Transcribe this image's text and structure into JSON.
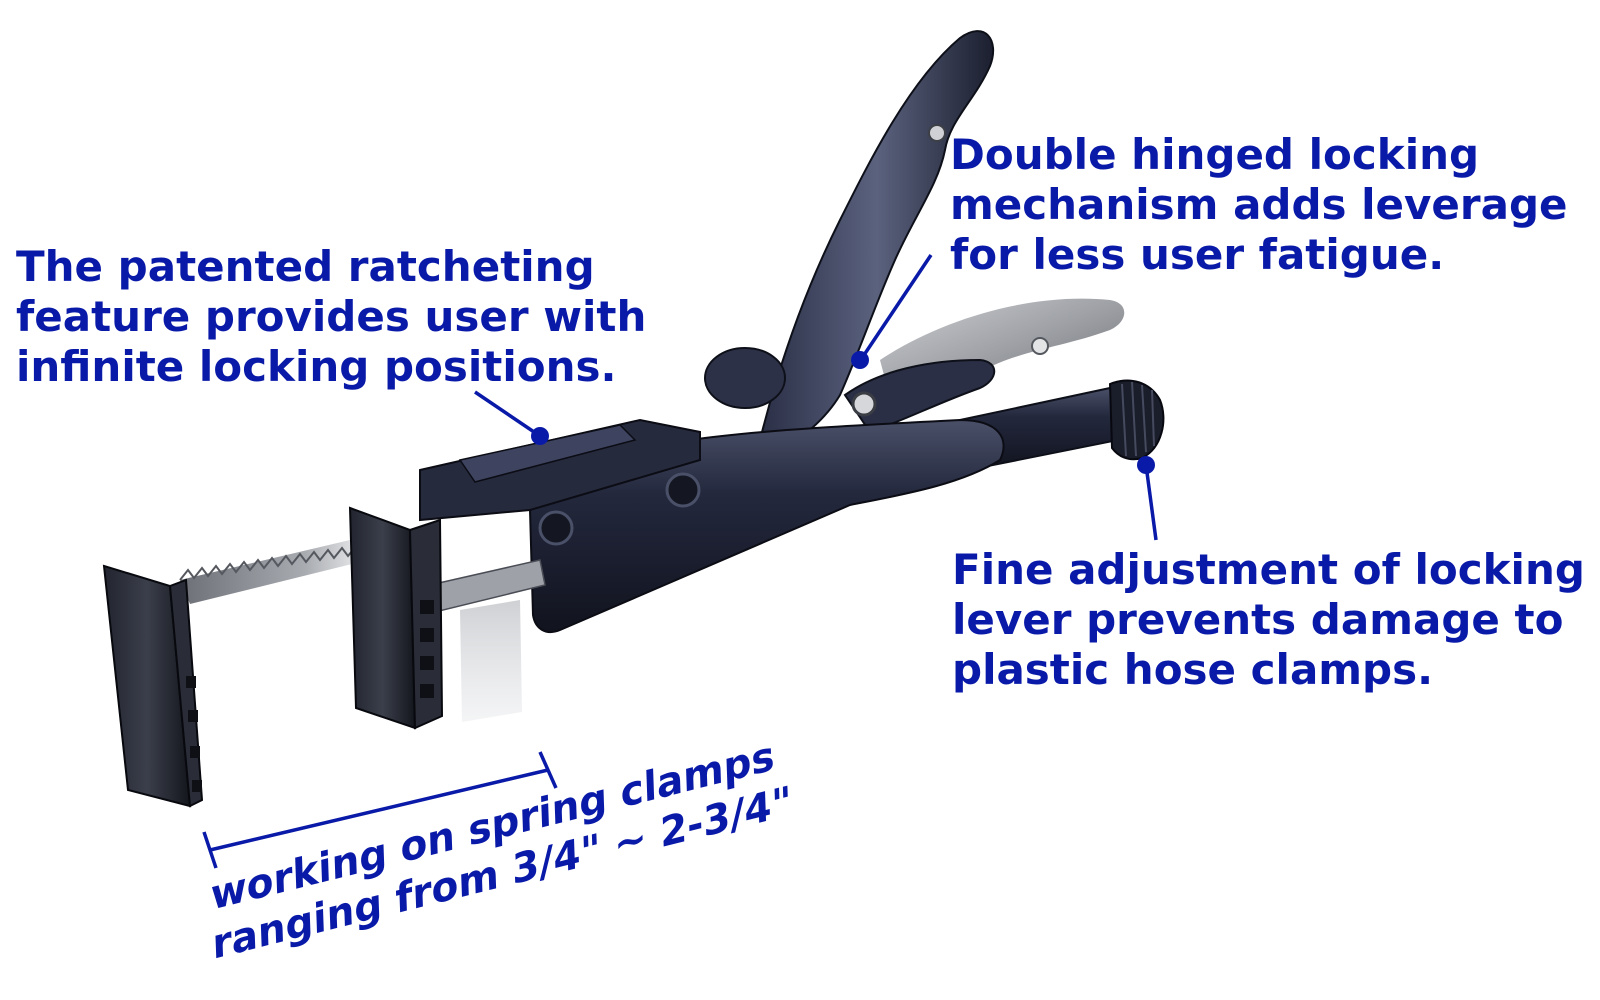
{
  "callouts": {
    "ratchet": {
      "lines": [
        "The patented ratcheting",
        "feature provides user with",
        "infinite locking positions."
      ]
    },
    "hinge": {
      "lines": [
        "Double hinged locking",
        "mechanism adds leverage",
        "for less user fatigue."
      ]
    },
    "fine_adjustment": {
      "lines": [
        "Fine adjustment of locking",
        "lever prevents damage to",
        "plastic hose clamps."
      ]
    },
    "range": {
      "lines": [
        "working on spring clamps",
        "ranging from 3/4\" ~ 2-3/4\""
      ]
    }
  },
  "colors": {
    "callout_text": "#0a1aa8",
    "leader_line": "#0a1aa8",
    "tool_body": "#1c2033",
    "tool_highlight": "#5a6078",
    "background": "#ffffff"
  }
}
